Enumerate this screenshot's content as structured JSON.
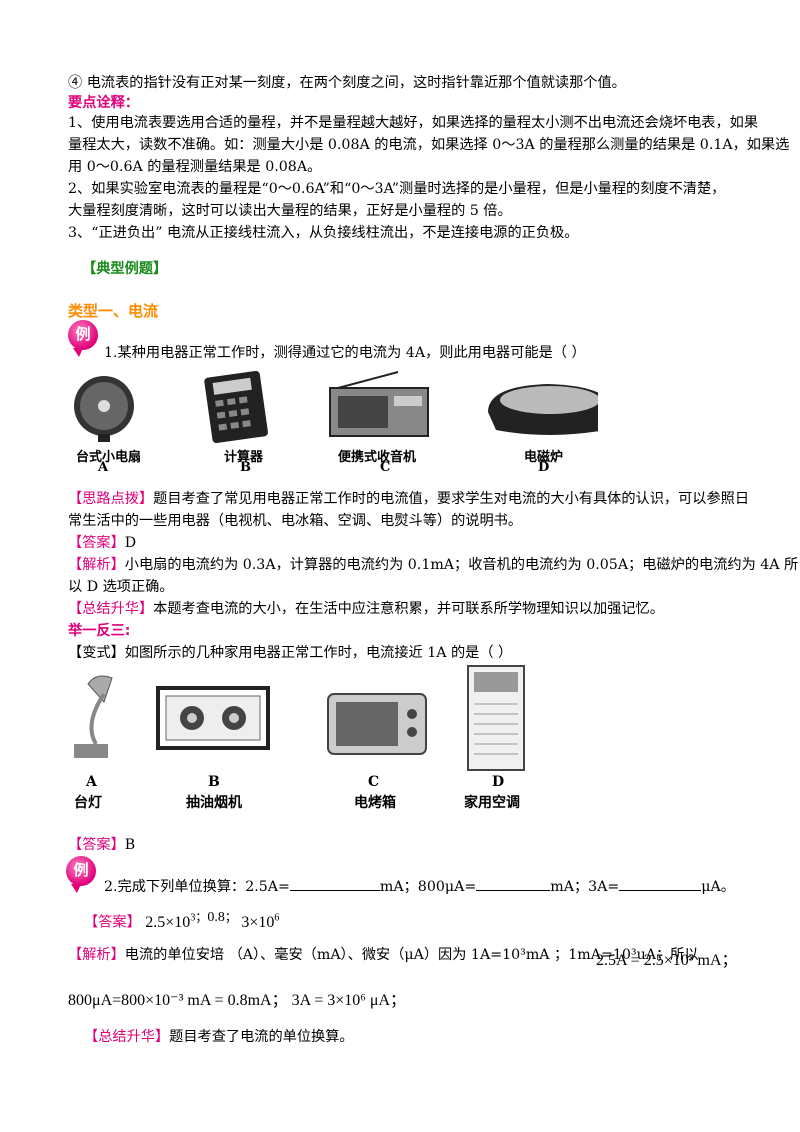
{
  "lines": {
    "l1": "④  电流表的指针没有正对某一刻度，在两个刻度之间，这时指针靠近那个值就读那个值。",
    "key_points_heading": "要点诠释：",
    "kp1a": "1、使用电流表要选用合适的量程，并不是量程越大越好，如果选择的量程太小测不出电流还会烧坏电表，如果",
    "kp1b": "量程太大，读数不准确。如：测量大小是 0.08A 的电流，如果选择 0～3A 的量程那么测量的结果是 0.1A，如果选",
    "kp1c": "用 0～0.6A 的量程测量结果是 0.08A。",
    "kp2a": "2、如果实验室电流表的量程是“0～0.6A”和“0～3A”测量时选择的是小量程，但是小量程的刻度不清楚，",
    "kp2b": "大量程刻度清晰，这时可以读出大量程的结果，正好是小量程的 5 倍。",
    "kp3": "3、“正进负出” 电流从正接线柱流入，从负接线柱流出，不是连接电源的正负极。",
    "typical_examples": "【典型例题】",
    "type1": "类型一、电流",
    "q1": "1.某种用电器正常工作时，测得通过它的电流为 4A，则此用电器可能是（      ）",
    "hint_tag": "【思路点拨】",
    "hint_a": "题目考查了常见用电器正常工作时的电流值，要求学生对电流的大小有具体的认识，可以参照日",
    "hint_b": "常生活中的一些用电器（电视机、电冰箱、空调、电熨斗等）的说明书。",
    "answer_tag": "【答案】",
    "answer1": "D",
    "analysis_tag": "【解析】",
    "analysis1a": "小电扇的电流约为 0.3A，计算器的电流约为 0.1mA；收音机的电流约为 0.05A；电磁炉的电流约为 4A 所",
    "analysis1b": "以 D 选项正确。",
    "summary_tag": "【总结升华】",
    "summary1": "本题考查电流的大小，在生活中应注意积累，并可联系所学物理知识以加强记忆。",
    "practice": "举一反三:",
    "variant": "【变式】如图所示的几种家用电器正常工作时，电流接近 1A 的是（      ）",
    "answer2": "B",
    "q2_pre": "2.完成下列单位换算：2.5A=",
    "q2_mid1": "mA；800μA=",
    "q2_mid2": "mA；3A=",
    "q2_end": "μA。",
    "answer3_a": "2.5×10",
    "answer3_a_exp": "3",
    "answer3_sep1": "；",
    "answer3_b": "0.8",
    "answer3_sep2": "；",
    "answer3_c": "3×10",
    "answer3_c_exp": "6",
    "analysis2": "电流的单位安培 （A）、毫安（mA）、微安（μA）因为 1A=10³mA ；1mA=10³uA；所以",
    "eq1": "2.5A = 2.5×10³ mA；",
    "eq2": "800μA=800×10⁻³ mA = 0.8mA；  3A = 3×10⁶ μA；",
    "summary2": "题目考查了电流的单位换算。",
    "example_badge": "例"
  },
  "figure1": {
    "items": [
      {
        "label": "台式小电扇",
        "letter": "A"
      },
      {
        "label": "计算器",
        "letter": "B"
      },
      {
        "label": "便携式收音机",
        "letter": "C"
      },
      {
        "label": "电磁炉",
        "letter": "D"
      }
    ]
  },
  "figure2": {
    "items": [
      {
        "label": "台灯",
        "letter": "A"
      },
      {
        "label": "抽油烟机",
        "letter": "B"
      },
      {
        "label": "电烤箱",
        "letter": "C"
      },
      {
        "label": "家用空调",
        "letter": "D"
      }
    ]
  },
  "colors": {
    "heading": "#e0007a",
    "type_heading": "#ff8c00",
    "badge": "#e0007a"
  }
}
